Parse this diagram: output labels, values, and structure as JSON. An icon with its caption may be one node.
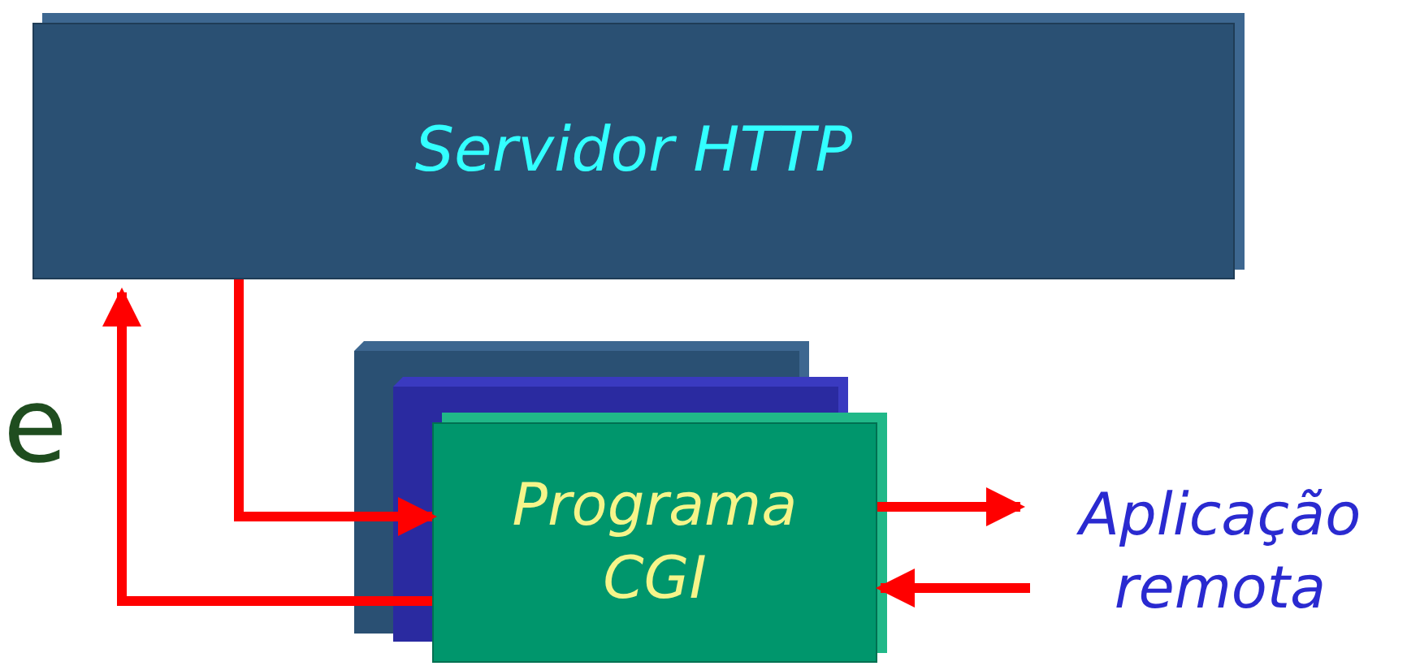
{
  "diagram": {
    "nodes": [
      {
        "text": [
          "Servidor HTTP"
        ]
      },
      {
        "text": [
          "Programa CGI"
        ]
      },
      {
        "text": [
          "Aplicação remota"
        ]
      }
    ],
    "edges": [
      {
        "from": 0,
        "to": 1,
        "arrow": "to",
        "color": "#ff0000"
      },
      {
        "from": 1,
        "to": 0,
        "arrow": "to",
        "color": "#ff0000"
      },
      {
        "from": 1,
        "to": 2,
        "arrow": "to",
        "color": "#ff0000"
      },
      {
        "from": 2,
        "to": 1,
        "arrow": "to",
        "color": "#ff0000"
      }
    ],
    "labels": [
      "e"
    ]
  }
}
